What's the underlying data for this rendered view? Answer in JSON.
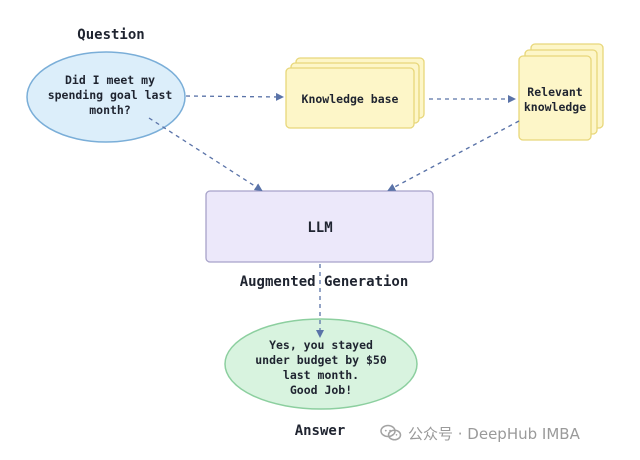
{
  "labels": {
    "question": "Question",
    "augmented_generation": "Augmented Generation",
    "answer": "Answer"
  },
  "nodes": {
    "question": [
      "Did I meet my",
      "spending goal last",
      "month?"
    ],
    "knowledge_base": "Knowledge base",
    "relevant_knowledge": [
      "Relevant",
      "knowledge"
    ],
    "llm": "LLM",
    "answer": [
      "Yes, you stayed",
      "under budget by $50",
      "last month.",
      "Good Job!"
    ]
  },
  "watermark": {
    "text": "公众号 · DeepHub IMBA"
  },
  "colors": {
    "question_fill": "#dceefa",
    "question_stroke": "#7aaed8",
    "doc_fill": "#fdf6c8",
    "doc_stroke": "#e8d77a",
    "llm_fill": "#ece8fa",
    "llm_stroke": "#a7a2c9",
    "answer_fill": "#d8f3df",
    "answer_stroke": "#8ccf9f",
    "arrow": "#5a73a8"
  }
}
